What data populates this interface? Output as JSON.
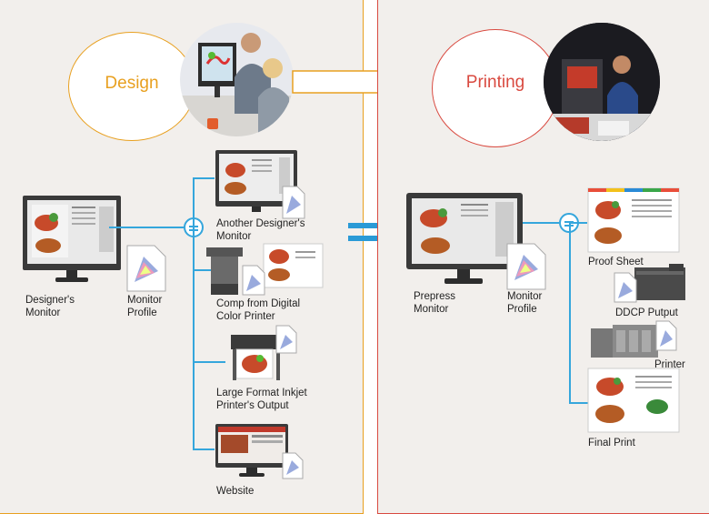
{
  "design": {
    "title": "Design",
    "designer_monitor": "Designer's\nMonitor",
    "monitor_profile": "Monitor\nProfile",
    "another_monitor": "Another Designer's\nMonitor",
    "comp_printer": "Comp from Digital\nColor Printer",
    "inkjet": "Large Format Inkjet\nPrinter's Output",
    "website": "Website"
  },
  "printing": {
    "title": "Printing",
    "prepress_monitor": "Prepress\nMonitor",
    "monitor_profile": "Monitor\nProfile",
    "proof_sheet": "Proof Sheet",
    "ddcp": "DDCP Putput",
    "printer": "Printer",
    "final_print": "Final Print"
  },
  "colors": {
    "design_accent": "#e8a020",
    "printing_accent": "#d94a40",
    "connector": "#35a6dc",
    "panel_bg": "#f2efec"
  }
}
